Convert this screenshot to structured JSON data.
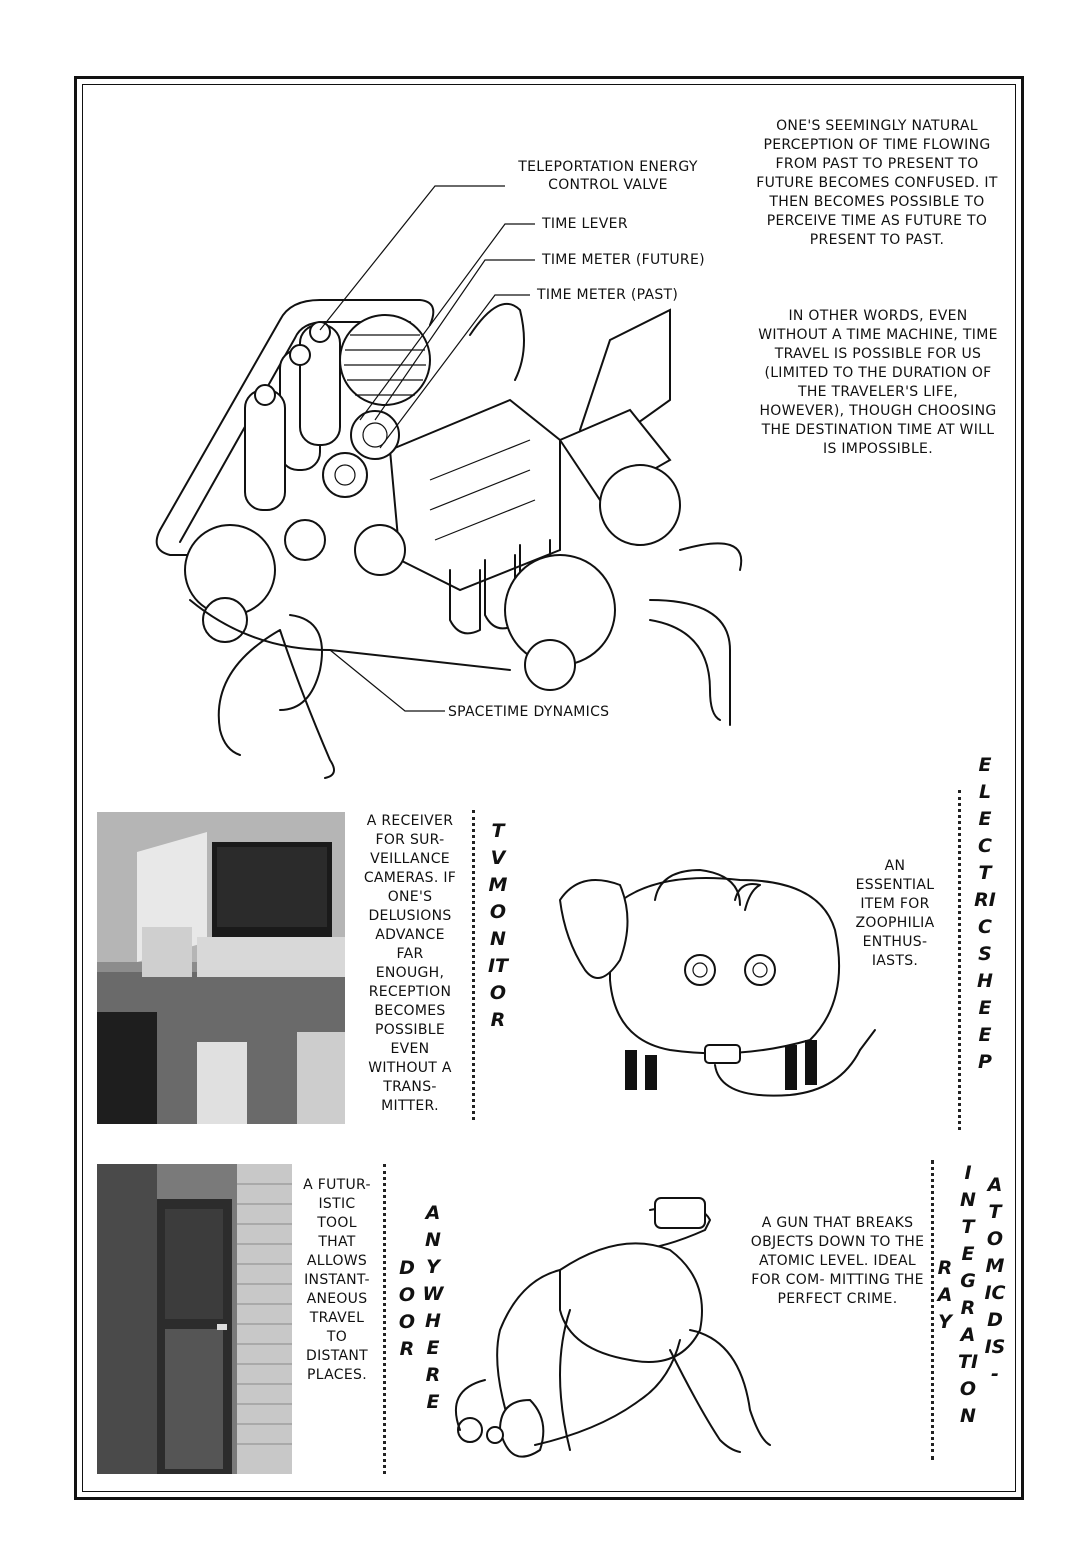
{
  "top_section": {
    "description_text": "ONE'S SEEMINGLY NATURAL PERCEPTION OF TIME FLOWING FROM PAST TO PRESENT TO FUTURE BECOMES CONFUSED. IT THEN BECOMES POSSIBLE TO PERCEIVE TIME AS FUTURE TO PRESENT TO PAST.",
    "description_text_2": "IN OTHER WORDS, EVEN WITHOUT A TIME MACHINE, TIME TRAVEL IS POSSIBLE FOR US (LIMITED TO THE DURATION OF THE TRAVELER'S LIFE, HOWEVER), THOUGH CHOOSING THE DESTINATION TIME AT WILL IS IMPOSSIBLE.",
    "labels": {
      "valve": "TELEPORTATION ENERGY CONTROL VALVE",
      "lever": "TIME LEVER",
      "meter_future": "TIME METER (FUTURE)",
      "meter_past": "TIME METER (PAST)",
      "dynamics": "SPACETIME DYNAMICS"
    }
  },
  "tv_monitor": {
    "title": "TV MONITOR",
    "text": "A RECEIVER FOR SUR- VEILLANCE CAMERAS. IF ONE'S DELUSIONS ADVANCE FAR ENOUGH, RECEPTION BECOMES POSSIBLE EVEN WITHOUT A TRANS- MITTER."
  },
  "electric_sheep": {
    "title": "ELECTRIC SHEEP",
    "text": "AN ESSENTIAL ITEM FOR ZOOPHILIA ENTHUS- IASTS."
  },
  "anywhere_door": {
    "title_1": "ANYWHERE",
    "title_2": "DOOR",
    "text": "A FUTUR- ISTIC TOOL THAT ALLOWS INSTANT- ANEOUS TRAVEL TO DISTANT PLACES."
  },
  "atomic_ray": {
    "title_1": "ATOMIC DIS-",
    "title_2": "INTEGRATION",
    "title_3": "RAY",
    "text": "A GUN THAT BREAKS OBJECTS DOWN TO THE ATOMIC LEVEL. IDEAL FOR COM- MITTING THE PERFECT CRIME."
  }
}
